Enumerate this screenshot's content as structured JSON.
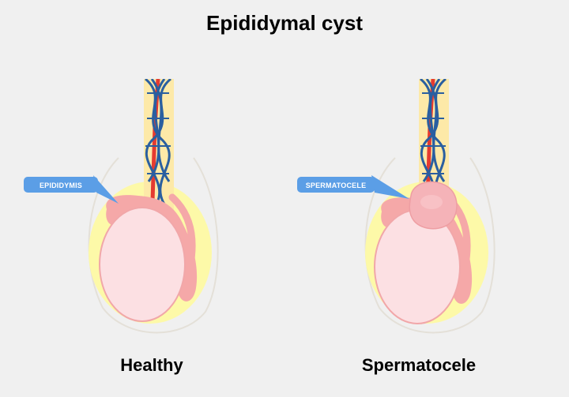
{
  "title": "Epididymal cyst",
  "panels": [
    {
      "caption": "Healthy",
      "callout": "EPIDIDYMIS"
    },
    {
      "caption": "Spermatocele",
      "callout": "SPERMATOCELE"
    }
  ],
  "colors": {
    "background": "#f0f0f0",
    "scrotum_fill": "#fdf9a8",
    "testis_fill": "#fce0e3",
    "testis_outline": "#f1a7a9",
    "epididymis": "#f5a8a8",
    "vein": "#2a5fa0",
    "artery": "#e53b30",
    "callout": "#5b9ee6",
    "cyst": "#f5b3b8"
  }
}
